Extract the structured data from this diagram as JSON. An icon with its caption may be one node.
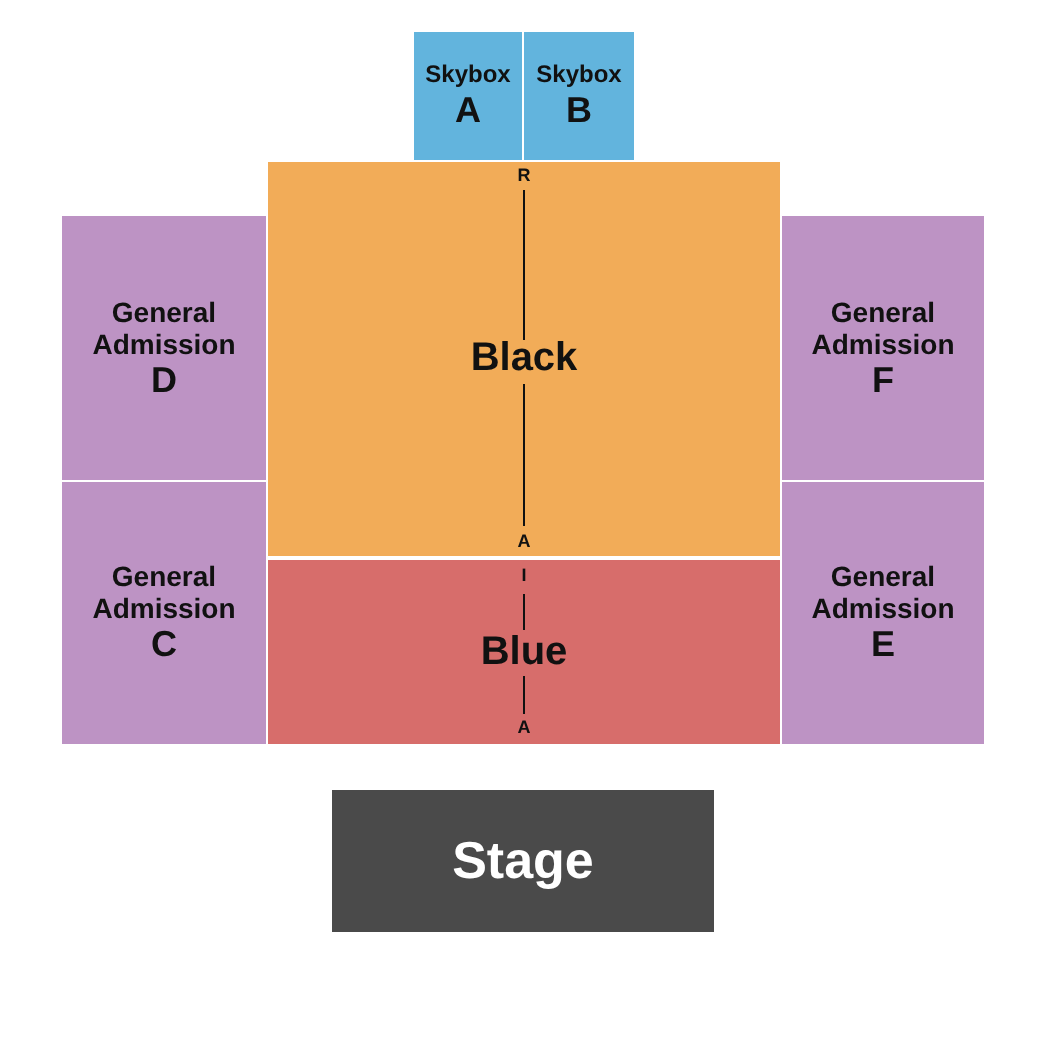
{
  "diagram": {
    "nodes": [
      {
        "text": [
          "Skybox",
          "A"
        ]
      },
      {
        "text": [
          "Skybox",
          "B"
        ]
      },
      {
        "text": [
          "General Admission",
          "D"
        ]
      },
      {
        "text": [
          "Black"
        ]
      },
      {
        "text": [
          "General Admission",
          "F"
        ]
      },
      {
        "text": [
          "General Admission",
          "C"
        ]
      },
      {
        "text": [
          "Blue"
        ]
      },
      {
        "text": [
          "General Admission",
          "E"
        ]
      },
      {
        "text": [
          "Stage"
        ]
      }
    ],
    "labels": [
      "R",
      "A",
      "I",
      "A"
    ]
  }
}
